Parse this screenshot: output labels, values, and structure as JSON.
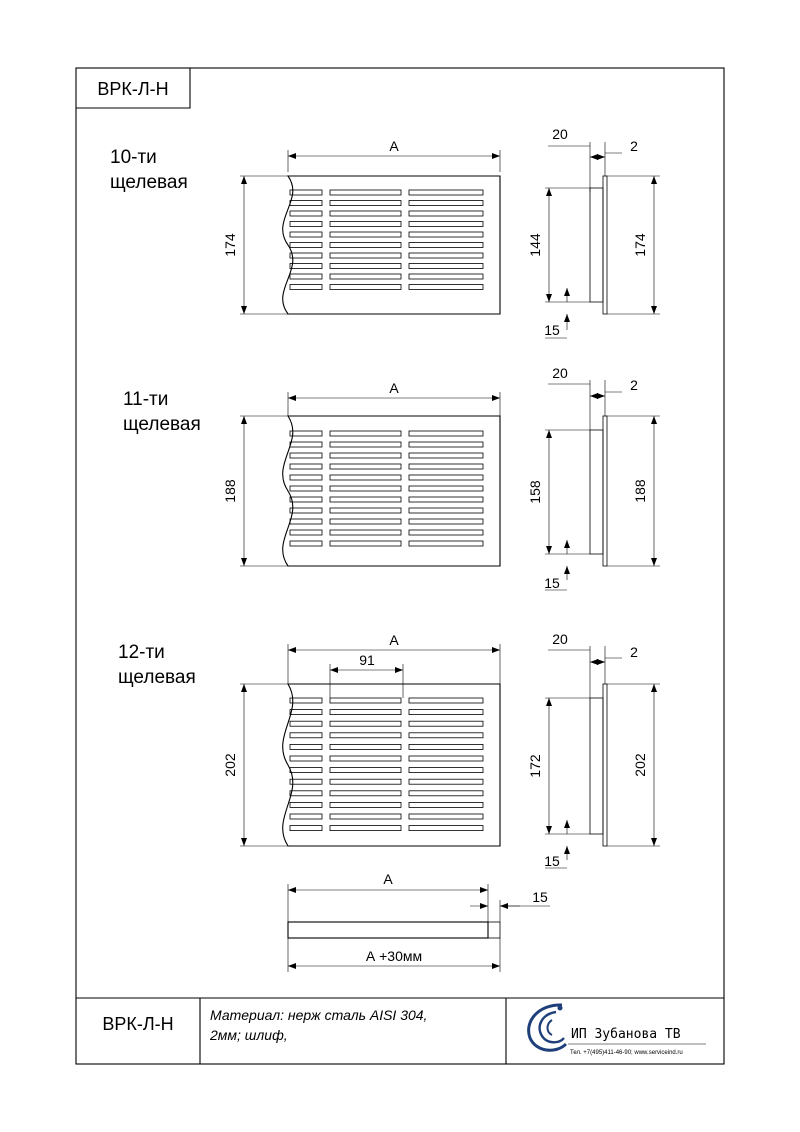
{
  "header": {
    "code": "ВРК-Л-Н"
  },
  "views": [
    {
      "label_line1": "10-ти",
      "label_line2": "щелевая",
      "width_dim": "А",
      "height_dim": "174",
      "side_width": "20",
      "side_thick": "2",
      "side_inner": "144",
      "side_outer": "174",
      "side_offset": "15",
      "rows": 10
    },
    {
      "label_line1": "11-ти",
      "label_line2": "щелевая",
      "width_dim": "А",
      "height_dim": "188",
      "side_width": "20",
      "side_thick": "2",
      "side_inner": "158",
      "side_outer": "188",
      "side_offset": "15",
      "rows": 11
    },
    {
      "label_line1": "12-ти",
      "label_line2": "щелевая",
      "width_dim": "А",
      "height_dim": "202",
      "slot_dim": "91",
      "side_width": "20",
      "side_thick": "2",
      "side_inner": "172",
      "side_outer": "202",
      "side_offset": "15",
      "rows": 12
    }
  ],
  "bottom_view": {
    "top_dim": "А",
    "side_dim": "15",
    "total_dim": "А +30мм"
  },
  "footer": {
    "code": "ВРК-Л-Н",
    "material_line1": "Материал: нерж сталь AISI 304,",
    "material_line2": "2мм; шлиф,",
    "company": "ИП Зубанова ТВ",
    "contacts": "Тел. +7(495)411-46-90;   www.serviceind.ru"
  }
}
